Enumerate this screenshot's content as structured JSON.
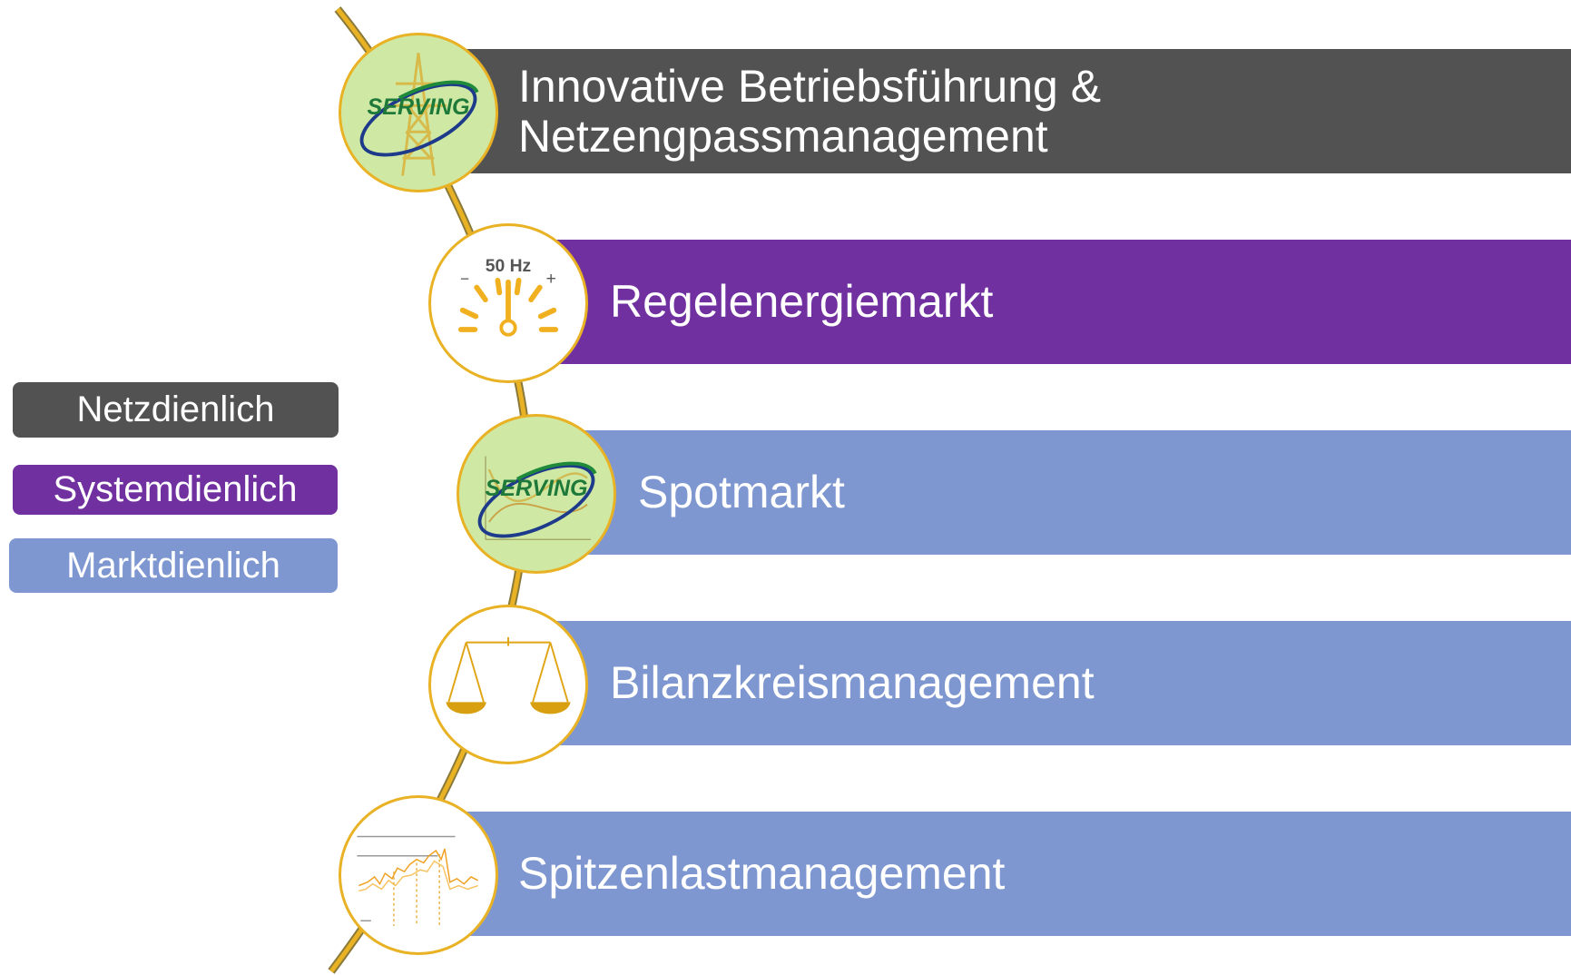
{
  "colors": {
    "netz": "#525252",
    "system": "#7030a0",
    "markt": "#7e97d1",
    "accent": "#e9b224",
    "logo_green": "#cfe9a5"
  },
  "legend": [
    {
      "label": "Netzdienlich",
      "color": "#525252"
    },
    {
      "label": "Systemdienlich",
      "color": "#7030a0"
    },
    {
      "label": "Marktdienlich",
      "color": "#7e97d1"
    }
  ],
  "items": [
    {
      "lines": [
        "Innovative Betriebsführung &",
        "Netzengpassmanagement"
      ],
      "category": "Netzdienlich",
      "icon": "serving-pylon-logo-icon"
    },
    {
      "lines": [
        "Regelenergiemarkt"
      ],
      "category": "Systemdienlich",
      "icon": "frequency-gauge-icon"
    },
    {
      "lines": [
        "Spotmarkt"
      ],
      "category": "Marktdienlich",
      "icon": "serving-chart-logo-icon"
    },
    {
      "lines": [
        "Bilanzkreismanagement"
      ],
      "category": "Marktdienlich",
      "icon": "balance-scale-icon"
    },
    {
      "lines": [
        "Spitzenlastmanagement"
      ],
      "category": "Marktdienlich",
      "icon": "load-curve-icon"
    }
  ],
  "icons": {
    "logo_text": "SERVING",
    "frequency_label": "50 Hz",
    "minus": "−",
    "plus": "+"
  }
}
